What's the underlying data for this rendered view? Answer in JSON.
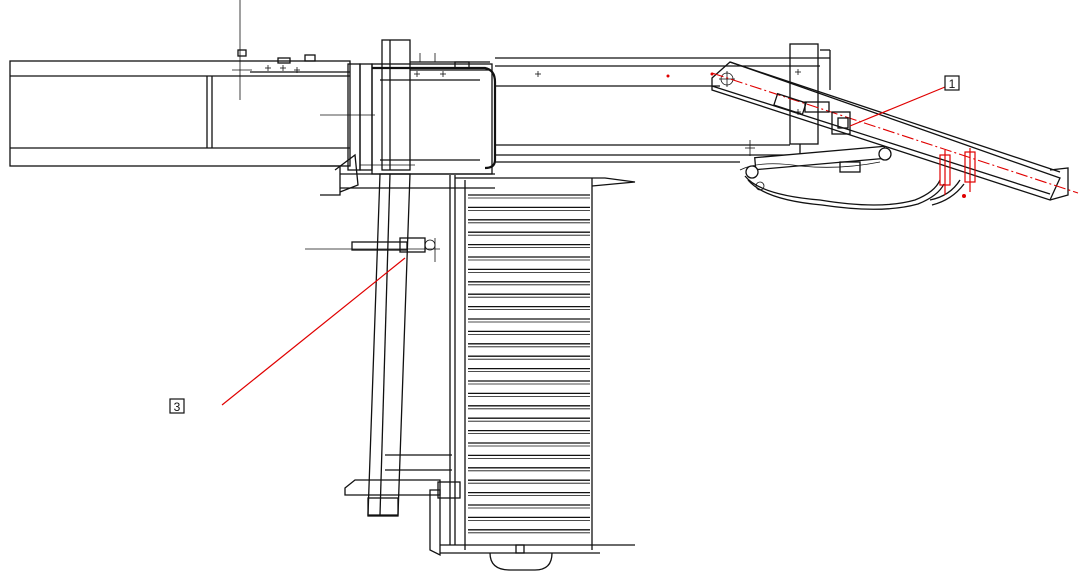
{
  "callouts": [
    {
      "id": "callout-1",
      "label": "1"
    },
    {
      "id": "callout-3",
      "label": "3"
    }
  ],
  "colors": {
    "line": "#111111",
    "leader": "#e00000",
    "background": "#ffffff"
  }
}
